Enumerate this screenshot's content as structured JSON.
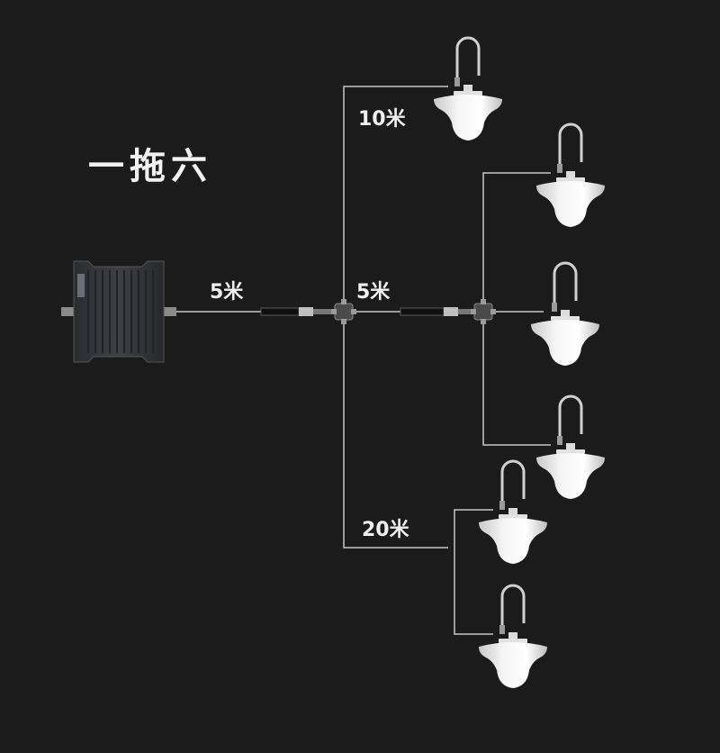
{
  "title": "一拖六",
  "labels": {
    "trunk_cable": "5米",
    "mid_cable": "5米",
    "top_branch": "10米",
    "bottom_branch": "20米"
  },
  "colors": {
    "background": "#1b1b1b",
    "wire": "#c8c8c8",
    "text": "#f0f0f0",
    "antenna": "#e6e6e6"
  },
  "components": {
    "repeater": "signal-repeater",
    "splitters": 2,
    "antennas": 6
  }
}
